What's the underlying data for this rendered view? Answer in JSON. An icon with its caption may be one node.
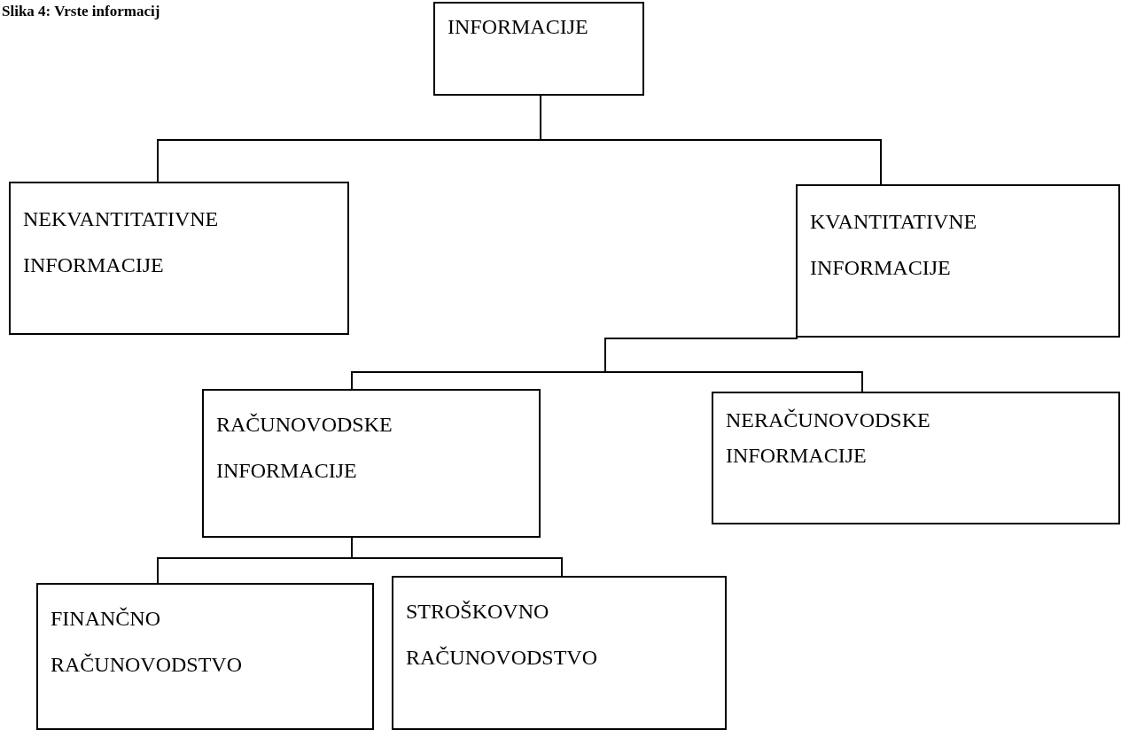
{
  "diagram": {
    "title": "Slika 4: Vrste informacij",
    "nodes": [
      {
        "text": [
          "INFORMACIJE"
        ]
      },
      {
        "text": [
          "NEKVANTITATIVNE INFORMACIJE"
        ]
      },
      {
        "text": [
          "KVANTITATIVNE INFORMACIJE"
        ]
      },
      {
        "text": [
          "RAČUNOVODSKE INFORMACIJE"
        ]
      },
      {
        "text": [
          "NERAČUNOVODSKE INFORMACIJE"
        ]
      },
      {
        "text": [
          "FINANČNO RAČUNOVODSTVO"
        ]
      },
      {
        "text": [
          "STROŠKOVNO RAČUNOVODSTVO"
        ]
      }
    ],
    "edges": [
      {
        "from": 0,
        "to": 1,
        "arrow": "none"
      },
      {
        "from": 0,
        "to": 2,
        "arrow": "none"
      },
      {
        "from": 2,
        "to": 3,
        "arrow": "none"
      },
      {
        "from": 2,
        "to": 4,
        "arrow": "none"
      },
      {
        "from": 3,
        "to": 5,
        "arrow": "none"
      },
      {
        "from": 3,
        "to": 6,
        "arrow": "none"
      }
    ]
  }
}
